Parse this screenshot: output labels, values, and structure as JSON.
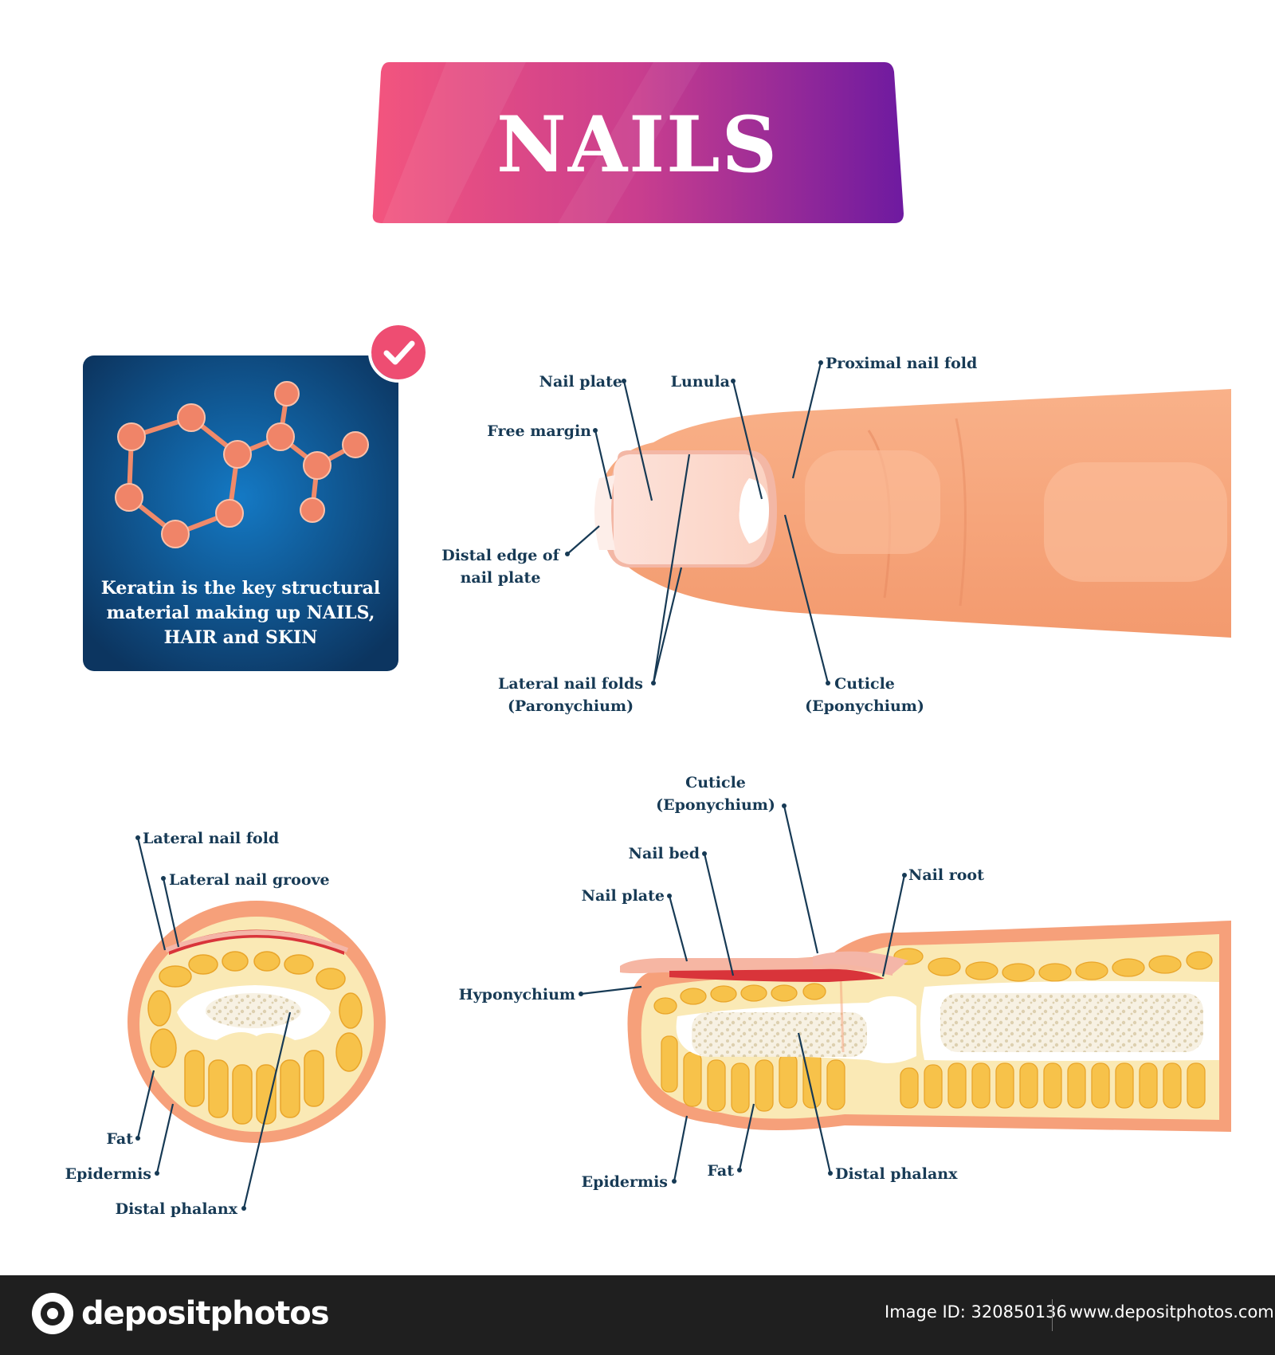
{
  "title": "NAILS",
  "keratin_note": {
    "lines": [
      "Keratin is the key structural",
      "material making up NAILS,",
      "HAIR and SKIN"
    ],
    "badge_icon": "checkmark-icon",
    "molecule_icon": "keratin-molecule-icon"
  },
  "external_view": {
    "labels": {
      "nail_plate": "Nail plate",
      "lunula": "Lunula",
      "proximal_nail_fold": "Proximal nail fold",
      "free_margin": "Free margin",
      "distal_edge_1": "Distal edge of",
      "distal_edge_2": "nail plate",
      "lateral_folds_1": "Lateral nail folds",
      "lateral_folds_2": "(Paronychium)",
      "cuticle_1": "Cuticle",
      "cuticle_2": "(Eponychium)"
    }
  },
  "cross_section": {
    "labels": {
      "lateral_nail_fold": "Lateral nail fold",
      "lateral_nail_groove": "Lateral nail groove",
      "fat": "Fat",
      "epidermis": "Epidermis",
      "distal_phalanx": "Distal phalanx"
    }
  },
  "longitudinal_section": {
    "labels": {
      "cuticle_1": "Cuticle",
      "cuticle_2": "(Eponychium)",
      "nail_bed": "Nail bed",
      "nail_root": "Nail root",
      "nail_plate": "Nail plate",
      "hyponychium": "Hyponychium",
      "epidermis": "Epidermis",
      "fat": "Fat",
      "distal_phalanx": "Distal phalanx"
    }
  },
  "footer": {
    "brand": "depositphotos",
    "image_id": "Image ID: 320850136",
    "site": "www.depositphotos.com"
  },
  "colors": {
    "title_gradient_start": "#f0537f",
    "title_gradient_end": "#6e1aa0",
    "key_box": "#0d4a7a",
    "skin": "#f6a57d",
    "fat": "#f7c24a",
    "label": "#173a55"
  }
}
